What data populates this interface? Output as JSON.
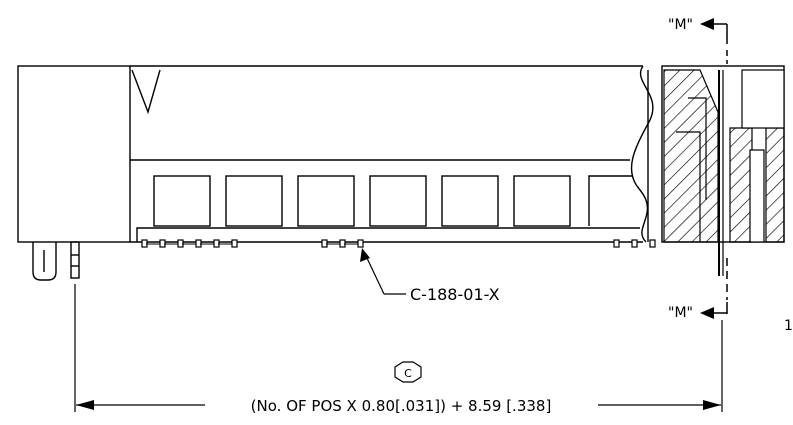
{
  "drawing": {
    "section_label_top": "\"M\"",
    "section_label_bottom": "\"M\"",
    "callout": "C-188-01-X",
    "dimension_symbol": "C",
    "dimension_formula": "(No. OF POS X 0.80[.031]) + 8.59 [.338]",
    "sheet_mark": "1"
  }
}
